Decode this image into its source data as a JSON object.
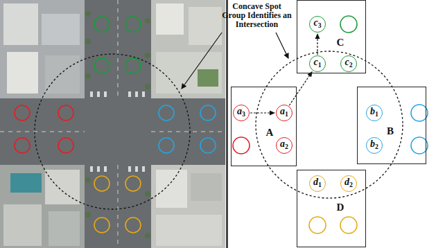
{
  "diagram": {
    "nodes": [
      {
        "text": [
          "C"
        ]
      },
      {
        "text": [
          "c3"
        ],
        "in": 0
      },
      {
        "text": [
          "c1"
        ],
        "in": 0
      },
      {
        "text": [
          "c2"
        ],
        "in": 0
      },
      {
        "text": [
          "A"
        ]
      },
      {
        "text": [
          "a3"
        ],
        "in": 4
      },
      {
        "text": [
          "a1"
        ],
        "in": 4
      },
      {
        "text": [
          "a2"
        ],
        "in": 4
      },
      {
        "text": [
          "B"
        ]
      },
      {
        "text": [
          "b1"
        ],
        "in": 8
      },
      {
        "text": [
          "b2"
        ],
        "in": 8
      },
      {
        "text": [
          "D"
        ]
      },
      {
        "text": [
          "d1"
        ],
        "in": 11
      },
      {
        "text": [
          "d2"
        ],
        "in": 11
      }
    ],
    "edges": [
      {
        "from": 5,
        "to": 6,
        "arrow": "to"
      },
      {
        "from": 6,
        "to": 2,
        "arrow": "to"
      },
      {
        "from": 2,
        "to": 1,
        "arrow": "to"
      }
    ],
    "labels": [
      "Concave Spot Group Identifies an Intersection"
    ]
  }
}
